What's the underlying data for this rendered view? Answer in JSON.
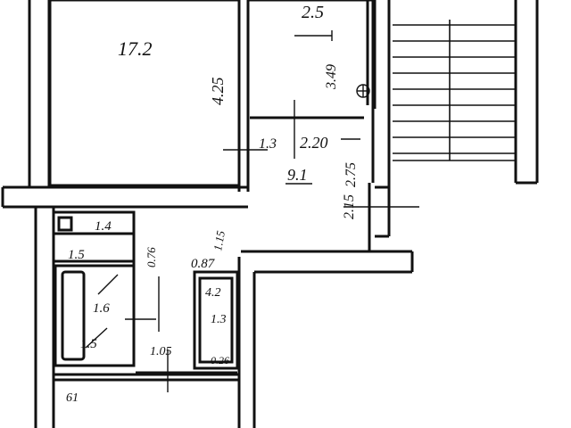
{
  "plan": {
    "ink_color": "#111111",
    "paper_color": "#ffffff",
    "rooms": {
      "living_area": "17.2",
      "living_height": "4.25",
      "room_area": "2.5",
      "room_height": "3.49",
      "hall_area": "9.1",
      "hall_width": "2.20",
      "hall_door": "1.3",
      "hall_length": "2.75",
      "stair_gap": "2.15",
      "closet_a": "1.4",
      "closet_b": "1.5",
      "bath_a": "1.6",
      "bath_b": "1.5",
      "wc_a": "4.2",
      "wc_b": "1.3",
      "passage_a": "0.87",
      "passage_b": "1.15",
      "passage_c": "0.76",
      "passage_d": "1.05",
      "small_a": "0.26",
      "bottom_room": "61"
    }
  }
}
